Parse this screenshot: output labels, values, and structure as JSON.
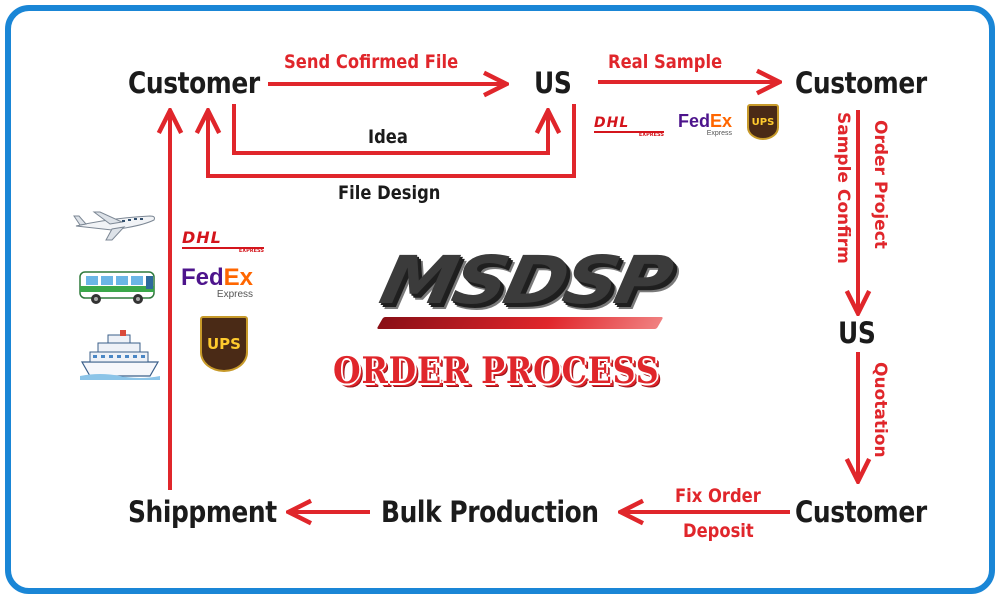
{
  "nodes": {
    "customer_top_left": "Customer",
    "us_top": "US",
    "customer_top_right": "Customer",
    "us_right": "US",
    "customer_bottom_right": "Customer",
    "bulk_production": "Bulk Production",
    "shippment": "Shippment"
  },
  "edges": {
    "send_confirmed_file": "Send Cofirmed File",
    "idea": "Idea",
    "file_design": "File Design",
    "real_sample": "Real Sample",
    "order_project": "Order Project",
    "sample_confirm": "Sample Confirm",
    "quotation": "Quotation",
    "fix_order": "Fix Order",
    "deposit": "Deposit"
  },
  "brand": {
    "logo": "MSDSP",
    "title": "ORDER PROCESS"
  },
  "carriers": {
    "dhl": "DHL",
    "dhl_sub": "EXPRESS",
    "fedex_fed": "Fed",
    "fedex_ex": "Ex",
    "fedex_sub": "Express",
    "ups": "UPS"
  },
  "colors": {
    "arrow_red": "#e0262b",
    "frame_blue": "#1a86d6",
    "text_dark": "#1b1b1b"
  },
  "icons": [
    "airplane-icon",
    "bus-icon",
    "cruise-ship-icon"
  ]
}
